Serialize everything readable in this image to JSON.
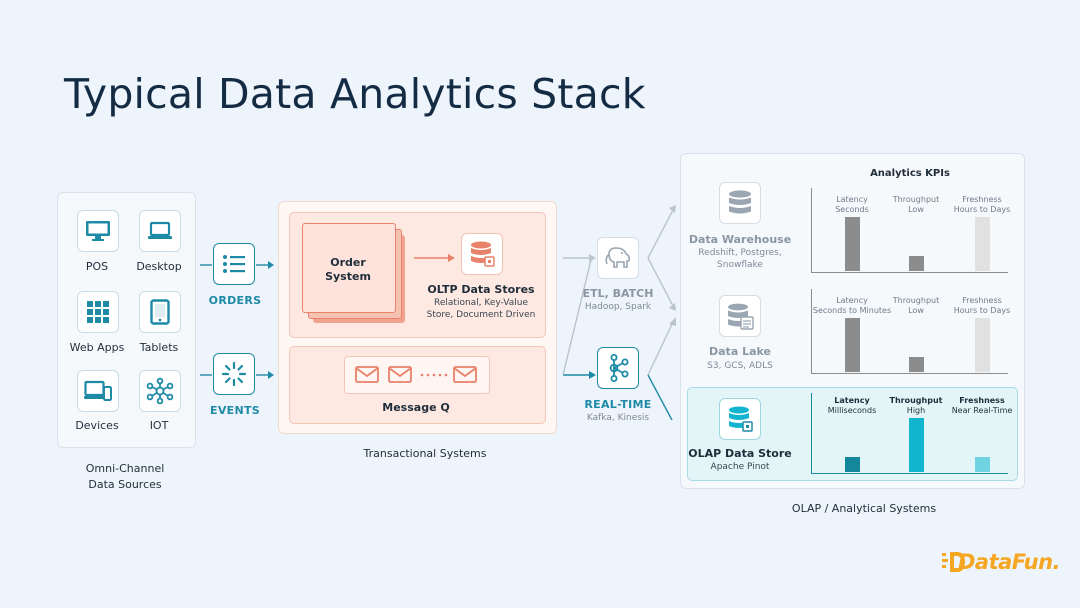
{
  "title": "Typical Data Analytics Stack",
  "sources": {
    "items": [
      {
        "label": "POS",
        "icon": "monitor-icon"
      },
      {
        "label": "Desktop",
        "icon": "laptop-icon"
      },
      {
        "label": "Web Apps",
        "icon": "grid-icon"
      },
      {
        "label": "Tablets",
        "icon": "tablet-icon"
      },
      {
        "label": "Devices",
        "icon": "devices-icon"
      },
      {
        "label": "IOT",
        "icon": "iot-icon"
      }
    ],
    "caption_line1": "Omni-Channel",
    "caption_line2": "Data Sources"
  },
  "flows": {
    "orders": "ORDERS",
    "events": "EVENTS"
  },
  "transactional": {
    "order_system_line1": "Order",
    "order_system_line2": "System",
    "oltp_title": "OLTP Data Stores",
    "oltp_sub1": "Relational, Key-Value",
    "oltp_sub2": "Store, Document Driven",
    "message_q": "Message Q",
    "caption": "Transactional Systems"
  },
  "pipelines": {
    "batch_title": "ETL, BATCH",
    "batch_sub": "Hadoop, Spark",
    "rt_title": "REAL-TIME",
    "rt_sub": "Kafka, Kinesis"
  },
  "analytical": {
    "kpi_title": "Analytics KPIs",
    "warehouse": {
      "title": "Data Warehouse",
      "sub1": "Redshift, Postgres,",
      "sub2": "Snowflake",
      "kpis": [
        {
          "name": "Latency",
          "value": "Seconds",
          "level": 0.96
        },
        {
          "name": "Throughput",
          "value": "Low",
          "level": 0.27
        },
        {
          "name": "Freshness",
          "value": "Hours to Days",
          "level": 0.96
        }
      ]
    },
    "lake": {
      "title": "Data Lake",
      "sub1": "S3, GCS, ADLS",
      "kpis": [
        {
          "name": "Latency",
          "value": "Seconds to Minutes",
          "level": 0.96
        },
        {
          "name": "Throughput",
          "value": "Low",
          "level": 0.27
        },
        {
          "name": "Freshness",
          "value": "Hours to Days",
          "level": 0.96
        }
      ]
    },
    "olap": {
      "title": "OLAP Data Store",
      "sub1": "Apache Pinot",
      "kpis": [
        {
          "name": "Latency",
          "value": "Milliseconds",
          "level": 0.27
        },
        {
          "name": "Throughput",
          "value": "High",
          "level": 1.0
        },
        {
          "name": "Freshness",
          "value": "Near Real-Time",
          "level": 0.27
        }
      ]
    },
    "caption": "OLAP / Analytical Systems"
  },
  "logo": "DataFun.",
  "colors": {
    "teal": "#1f8aa6",
    "salmon": "#e8826a",
    "grey_bar": "#8c8c8c",
    "light_bar": "#e1e1e1",
    "cyan_bar": "#12b5cf",
    "dark_teal_bar": "#15879b"
  }
}
